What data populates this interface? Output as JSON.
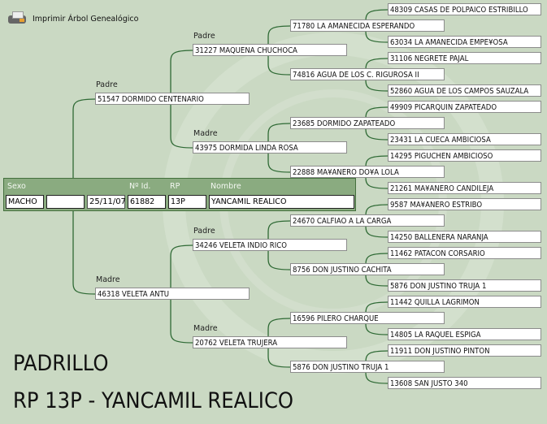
{
  "toolbar": {
    "print_label": "Imprimir Árbol Genealógico"
  },
  "subject": {
    "headers": {
      "sexo": "Sexo",
      "id": "Nº Id.",
      "rp": "RP",
      "nombre": "Nombre"
    },
    "sexo": "MACHO",
    "blank": "",
    "fecha": "25/11/07",
    "id": "61882",
    "rp": "13P",
    "nombre": "YANCAMIL REALICO"
  },
  "labels": {
    "padre": "Padre",
    "madre": "Madre"
  },
  "tree": {
    "gen1": [
      "51547 DORMIDO CENTENARIO",
      "46318 VELETA ANTU"
    ],
    "gen2": [
      "31227 MAQUENA CHUCHOCA",
      "43975 DORMIDA LINDA ROSA",
      "34246 VELETA INDIO RICO",
      "20762 VELETA TRUJERA"
    ],
    "gen3": [
      "71780 LA AMANECIDA ESPERANDO",
      "74816 AGUA DE LOS C. RIGUROSA II",
      "23685 DORMIDO ZAPATEADO",
      "22888 MA¥ANERO DO¥A LOLA",
      "24670 CALFIAO A LA CARGA",
      "8756 DON JUSTINO CACHITA",
      "16596 PILERO CHARQUE",
      "5876 DON JUSTINO TRUJA 1"
    ],
    "gen4": [
      "48309 CASAS DE POLPAICO ESTRIBILLO",
      "63034 LA AMANECIDA EMPE¥OSA",
      "31106 NEGRETE PAJAL",
      "52860 AGUA DE LOS CAMPOS SAUZALA",
      "49909 PICARQUIN ZAPATEADO",
      "23431 LA CUECA AMBICIOSA",
      "14295 PIGUCHEN AMBICIOSO",
      "21261 MA¥ANERO CANDILEJA",
      "9587 MA¥ANERO ESTRIBO",
      "14250 BALLENERA NARANJA",
      "11462 PATACON CORSARIO",
      "5876 DON JUSTINO TRUJA 1",
      "11442 QUILLA LAGRIMON",
      "14805 LA RAQUEL ESPIGA",
      "11911 DON JUSTINO PINTON",
      "13608 SAN JUSTO 340"
    ]
  },
  "footer": {
    "title": "PADRILLO",
    "subtitle": "RP 13P - YANCAMIL REALICO"
  },
  "colors": {
    "background": "#cad9c3",
    "line": "#2f6a35",
    "panel": "#8aab80"
  }
}
